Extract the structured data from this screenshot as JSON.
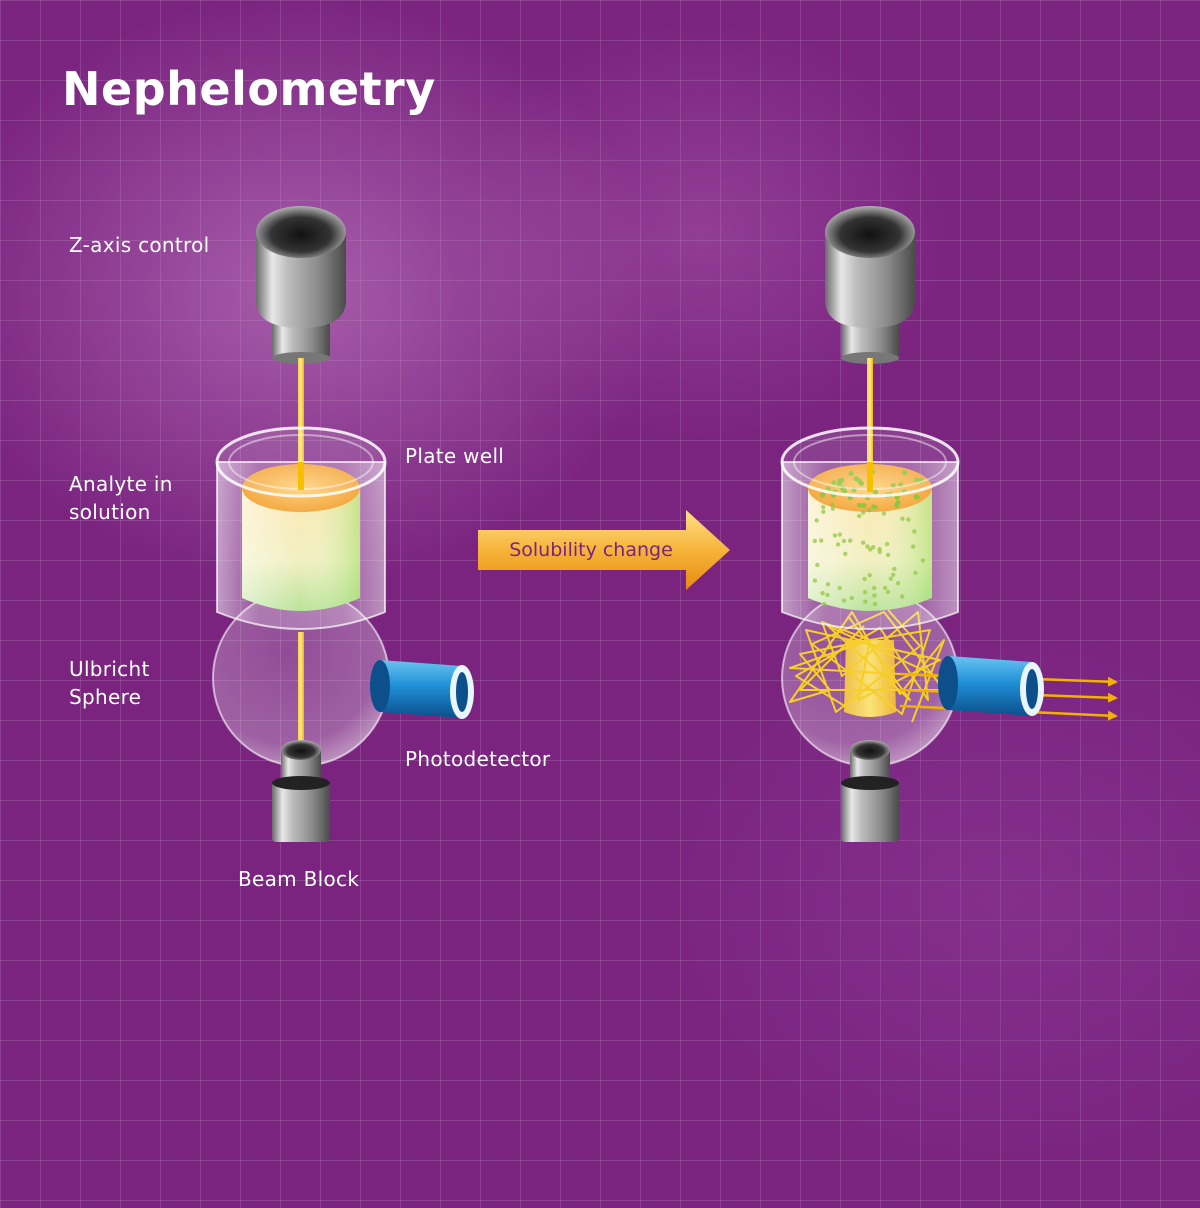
{
  "title": "Nephelometry",
  "labels": {
    "z_axis": "Z-axis control",
    "analyte_line1": "Analyte in",
    "analyte_line2": "solution",
    "plate_well": "Plate well",
    "ulbricht_line1": "Ulbricht",
    "ulbricht_line2": "Sphere",
    "photodetector": "Photodetector",
    "beam_block": "Beam Block"
  },
  "arrow_label": "Solubility change",
  "colors": {
    "background": "#7a2480",
    "beam": "#f5c000",
    "arrow": "#f2a41d",
    "detector": "#1f8fd6",
    "particles": "#8dc63f",
    "text": "#ffffff"
  },
  "icons": [
    "laser-source-icon",
    "plate-well-icon",
    "ulbricht-sphere-icon",
    "photodetector-icon",
    "beam-block-icon"
  ]
}
